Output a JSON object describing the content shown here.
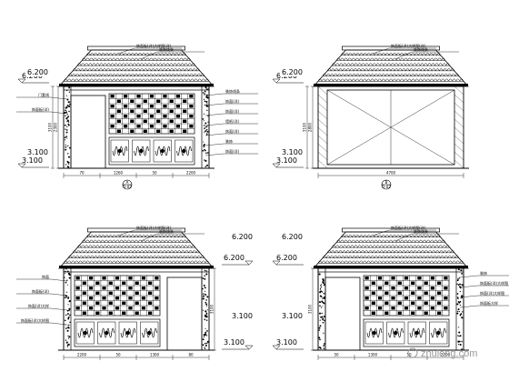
{
  "panels": [
    {
      "id": "elevation-a",
      "type": "cabinet",
      "door": "left",
      "levels": {
        "upper": "6.200",
        "lower": "3.100"
      },
      "callouts": {
        "top": [
          "饰面板(详)大样图(详)",
          "装饰线条"
        ],
        "right": [
          "装饰线条",
          "饰面(详)",
          "饰面(详)",
          "墙纸(详)",
          "饰面(详)",
          "装饰",
          "饰面(详)"
        ],
        "left": [
          "门套线",
          "饰面板(详)"
        ]
      },
      "dims": {
        "bottom": [
          "70",
          "1260",
          "50",
          "2200"
        ],
        "vertical": [
          "2300",
          "3100"
        ]
      }
    },
    {
      "id": "elevation-b",
      "type": "open",
      "levels": {
        "upper": "6.200",
        "lower": "3.100"
      },
      "callouts": {
        "top": [
          "饰面板(详)大样图(详)",
          "装饰线条"
        ]
      },
      "dims": {
        "bottom": [
          "4700"
        ],
        "vertical": [
          "2800",
          "3100"
        ]
      }
    },
    {
      "id": "elevation-c",
      "type": "cabinet",
      "door": "right",
      "levels": {
        "upper": "6.200",
        "lower": "3.100"
      },
      "callouts": {
        "top": [
          "饰面板(详)大样图(详)",
          "装饰线条"
        ],
        "left": [
          "饰面",
          "饰面板(详)",
          "饰面(详)大样",
          "饰面板(详)大样图"
        ]
      },
      "dims": {
        "bottom": [
          "2200",
          "50",
          "1300",
          "80"
        ],
        "vertical": [
          "3100"
        ]
      }
    },
    {
      "id": "elevation-d",
      "type": "cabinet",
      "door": "left",
      "levels": {
        "upper": "6.200",
        "lower": "3.100"
      },
      "callouts": {
        "top": [
          "饰面板(详)大样图(详)",
          "装饰线条"
        ],
        "right": [
          "装饰",
          "饰面板(详)大样图",
          "饰面(详)大样图",
          "饰面板大样"
        ]
      },
      "dims": {
        "bottom": [
          "50",
          "1300",
          "50",
          "2200"
        ],
        "vertical": [
          "3100"
        ]
      }
    }
  ],
  "section_marks": [
    {
      "id": "mark-a",
      "top": "A",
      "bottom": "D-02"
    },
    {
      "id": "mark-b",
      "top": "B",
      "bottom": "D-02"
    }
  ],
  "watermark": "zhulong.com",
  "colors": {
    "ink": "#000000",
    "watermark": "#9a9a9a",
    "paper": "#ffffff"
  }
}
